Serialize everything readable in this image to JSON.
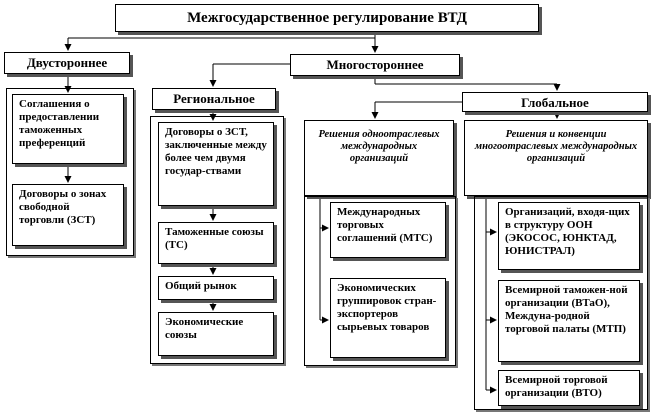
{
  "title": "Межгосударственное регулирование ВТД",
  "bilateral": {
    "header": "Двустороннее",
    "items": [
      "Соглашения о предоставлении таможенных преференций",
      "Договоры о зонах свободной торговли (ЗСТ)"
    ]
  },
  "multilateral": {
    "header": "Многостороннее",
    "regional": {
      "header": "Региональное",
      "items": [
        "Договоры о ЗСТ, заключенные между более чем двумя государ-ствами",
        "Таможенные союзы (ТС)",
        "Общий рынок",
        "Экономические союзы"
      ]
    },
    "global": {
      "header": "Глобальное",
      "single_industry": {
        "label": "Решения одноотраслевых международных организаций",
        "items": [
          "Международных торговых соглашений (МТС)",
          "Экономических группировок стран-экспортеров сырьевых товаров"
        ]
      },
      "multi_industry": {
        "label": "Решения и конвенции многоотраслевых международных организаций",
        "items": [
          "Организаций, входя-щих в структуру ООН (ЭКОСОС, ЮНКТАД, ЮНИСТРАЛ)",
          "Всемирной таможен-ной организации (ВТаО), Междуна-родной торговой палаты (МТП)",
          "Всемирной торговой организации (ВТО)"
        ]
      }
    }
  }
}
